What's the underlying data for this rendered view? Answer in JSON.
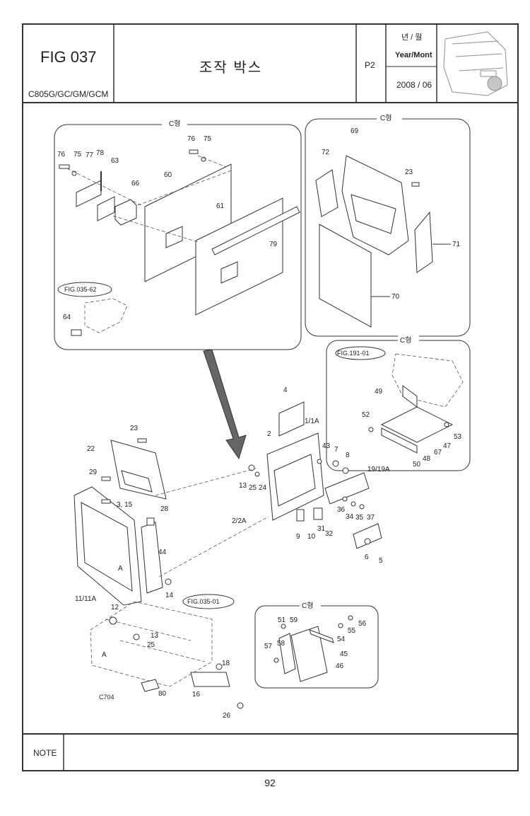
{
  "header": {
    "fig_code": "FIG 037",
    "model": "C805G/GC/GM/GCM",
    "title_kr": "조작 박스",
    "page_code": "P2",
    "year_month_kr": "년 / 월",
    "year_month_en": "Year/Mont",
    "date": "2008 / 06"
  },
  "diagram": {
    "variant_label": "C형",
    "ref_labels": [
      "FIG.035-62",
      "FIG.191-01",
      "FIG.035-01"
    ],
    "drawing_code": "C704",
    "section_mark": "A",
    "part_labels_top_left": [
      "76",
      "75",
      "77",
      "78",
      "63",
      "66",
      "60",
      "76",
      "75",
      "61",
      "79",
      "64"
    ],
    "part_labels_top_right": [
      "69",
      "72",
      "23",
      "71",
      "70"
    ],
    "part_labels_right_mid": [
      "49",
      "52",
      "53",
      "47",
      "67",
      "48",
      "50"
    ],
    "part_labels_main": [
      "4",
      "2",
      "1/1A",
      "43",
      "7",
      "8",
      "19/19A",
      "13",
      "25",
      "24",
      "36",
      "34",
      "35",
      "37",
      "2/2A",
      "9",
      "10",
      "31",
      "32",
      "6",
      "5",
      "23",
      "22",
      "29",
      "3, 15",
      "28",
      "44",
      "14",
      "11/11A",
      "12",
      "13",
      "25",
      "18",
      "16",
      "26",
      "80"
    ],
    "part_labels_bottom_right": [
      "51",
      "59",
      "58",
      "57",
      "56",
      "55",
      "54",
      "45",
      "46"
    ]
  },
  "footer": {
    "note_label": "NOTE",
    "page_number": "92"
  }
}
